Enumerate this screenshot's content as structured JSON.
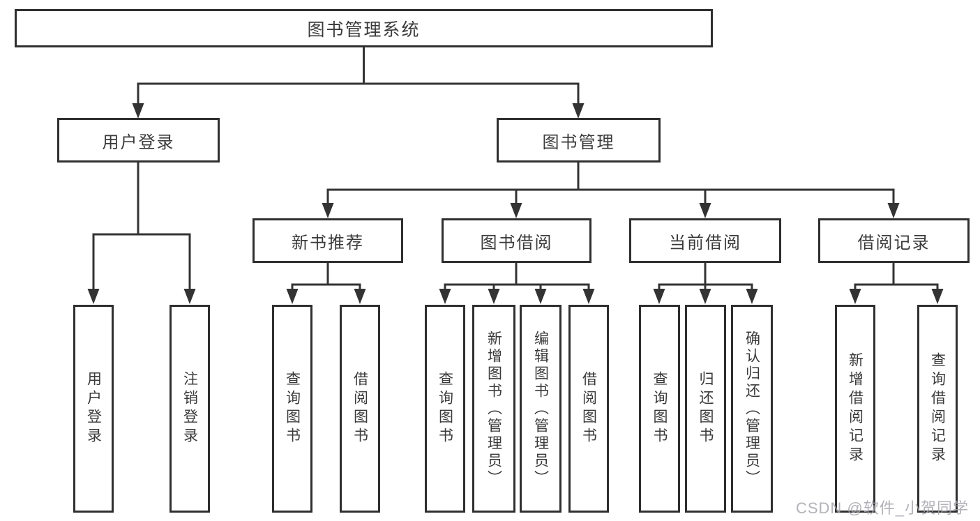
{
  "diagram": {
    "root": {
      "label": "图书管理系统"
    },
    "branches": [
      {
        "label": "用户登录",
        "children": [
          {
            "label": "用户登录"
          },
          {
            "label": "注销登录"
          }
        ]
      },
      {
        "label": "图书管理",
        "children": [
          {
            "label": "新书推荐",
            "children": [
              {
                "label": "查询图书"
              },
              {
                "label": "借阅图书"
              }
            ]
          },
          {
            "label": "图书借阅",
            "children": [
              {
                "label": "查询图书"
              },
              {
                "label": "新增图书（管理员）"
              },
              {
                "label": "编辑图书（管理员）"
              },
              {
                "label": "借阅图书"
              }
            ]
          },
          {
            "label": "当前借阅",
            "children": [
              {
                "label": "查询图书"
              },
              {
                "label": "归还图书"
              },
              {
                "label": "确认归还（管理员）"
              }
            ]
          },
          {
            "label": "借阅记录",
            "children": [
              {
                "label": "新增借阅记录"
              },
              {
                "label": "查询借阅记录"
              }
            ]
          }
        ]
      }
    ]
  },
  "watermark": {
    "text": "CSDN @软件_小贺同学"
  },
  "colors": {
    "line": "#333333",
    "box_border": "#2f2f2f",
    "text": "#3a3a3a",
    "box_background": "#ffffff",
    "watermark": "#a5a5ad"
  }
}
